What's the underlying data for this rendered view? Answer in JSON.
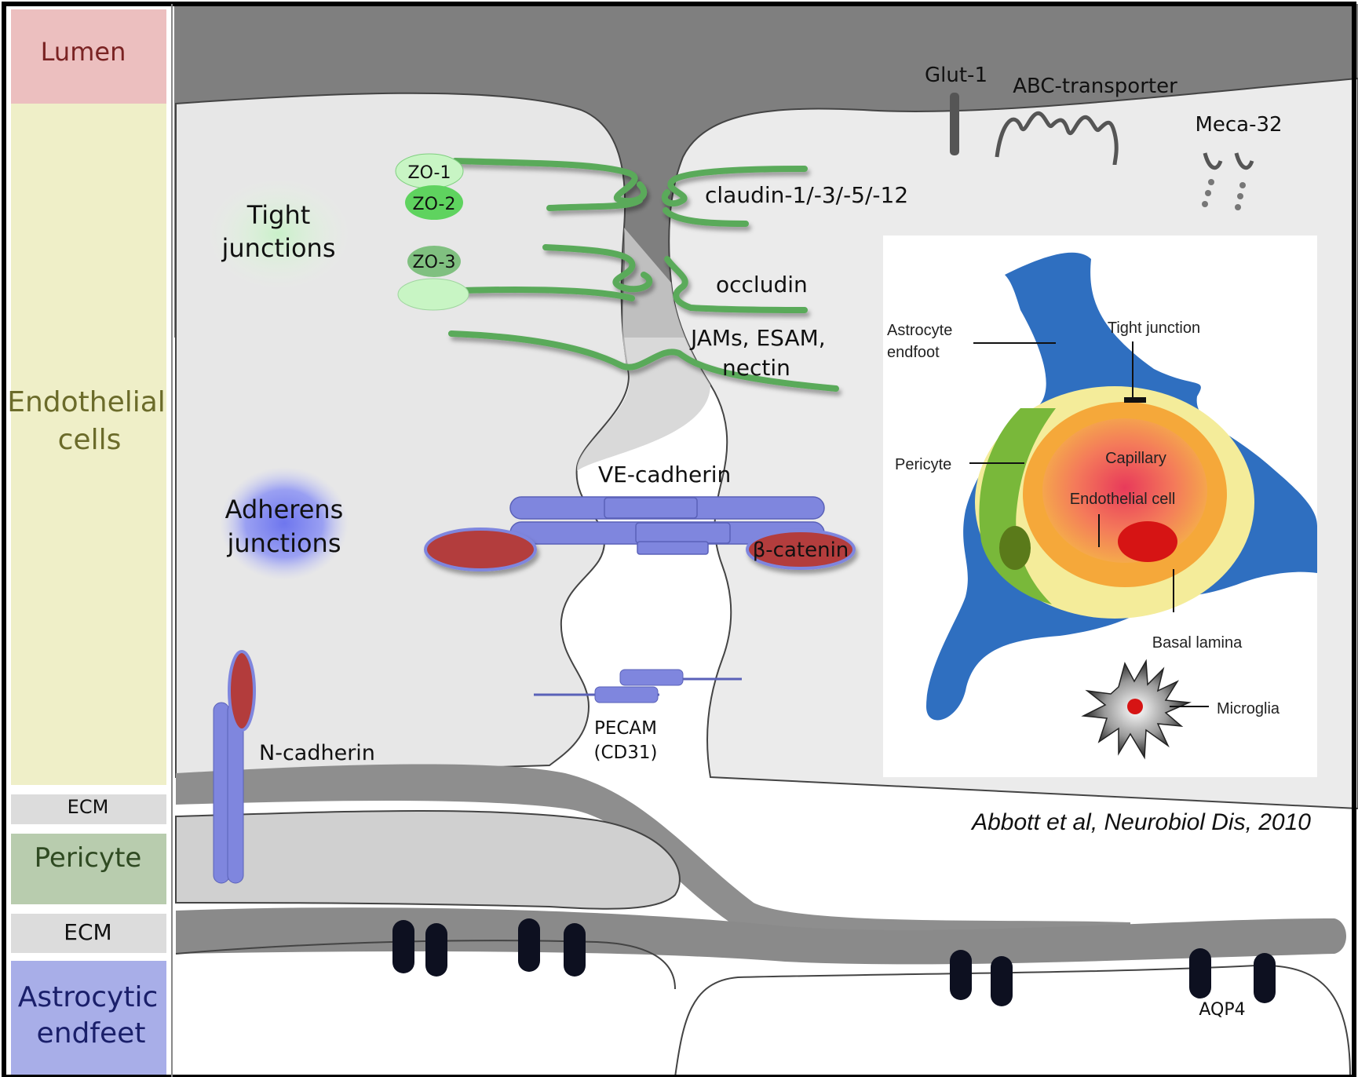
{
  "layers": {
    "lumen": "Lumen",
    "endothelial_1": "Endothelial",
    "endothelial_2": "cells",
    "ecm_top": "ECM",
    "pericyte": "Pericyte",
    "ecm_bottom": "ECM",
    "astro_1": "Astrocytic",
    "astro_2": "endfeet"
  },
  "junction_groups": {
    "tight_1": "Tight",
    "tight_2": "junctions",
    "adherens_1": "Adherens",
    "adherens_2": "junctions"
  },
  "proteins": {
    "zo1": "ZO-1",
    "zo2": "ZO-2",
    "zo3": "ZO-3",
    "claudin": "claudin-1/-3/-5/-12",
    "occludin": "occludin",
    "jams_1": "JAMs, ESAM,",
    "jams_2": "nectin",
    "ve_cadherin": "VE-cadherin",
    "beta_catenin": "β-catenin",
    "n_cadherin": "N-cadherin",
    "pecam_1": "PECAM",
    "pecam_2": "(CD31)",
    "glut1": "Glut-1",
    "abc": "ABC-transporter",
    "meca": "Meca-32",
    "aqp4": "AQP4"
  },
  "inset": {
    "astrocyte_1": "Astrocyte",
    "astrocyte_2": "endfoot",
    "tight_junction": "Tight junction",
    "pericyte": "Pericyte",
    "capillary": "Capillary",
    "endothelial_cell": "Endothelial cell",
    "basal_lamina": "Basal lamina",
    "microglia": "Microglia"
  },
  "citation": "Abbott et al, Neurobiol Dis, 2010",
  "colors": {
    "lumen": "#ecbfbf",
    "endothelial": "#efefc8",
    "ecm": "#dcdcdc",
    "pericyte": "#b8ccae",
    "astrocytic": "#a8aee8",
    "tight_junction_protein": "#5aaa5a",
    "adherens_protein": "#7f86de",
    "catenin": "#b33c3c",
    "aqp4": "#0d1020",
    "inset_astrocyte": "#2f6fc0"
  }
}
